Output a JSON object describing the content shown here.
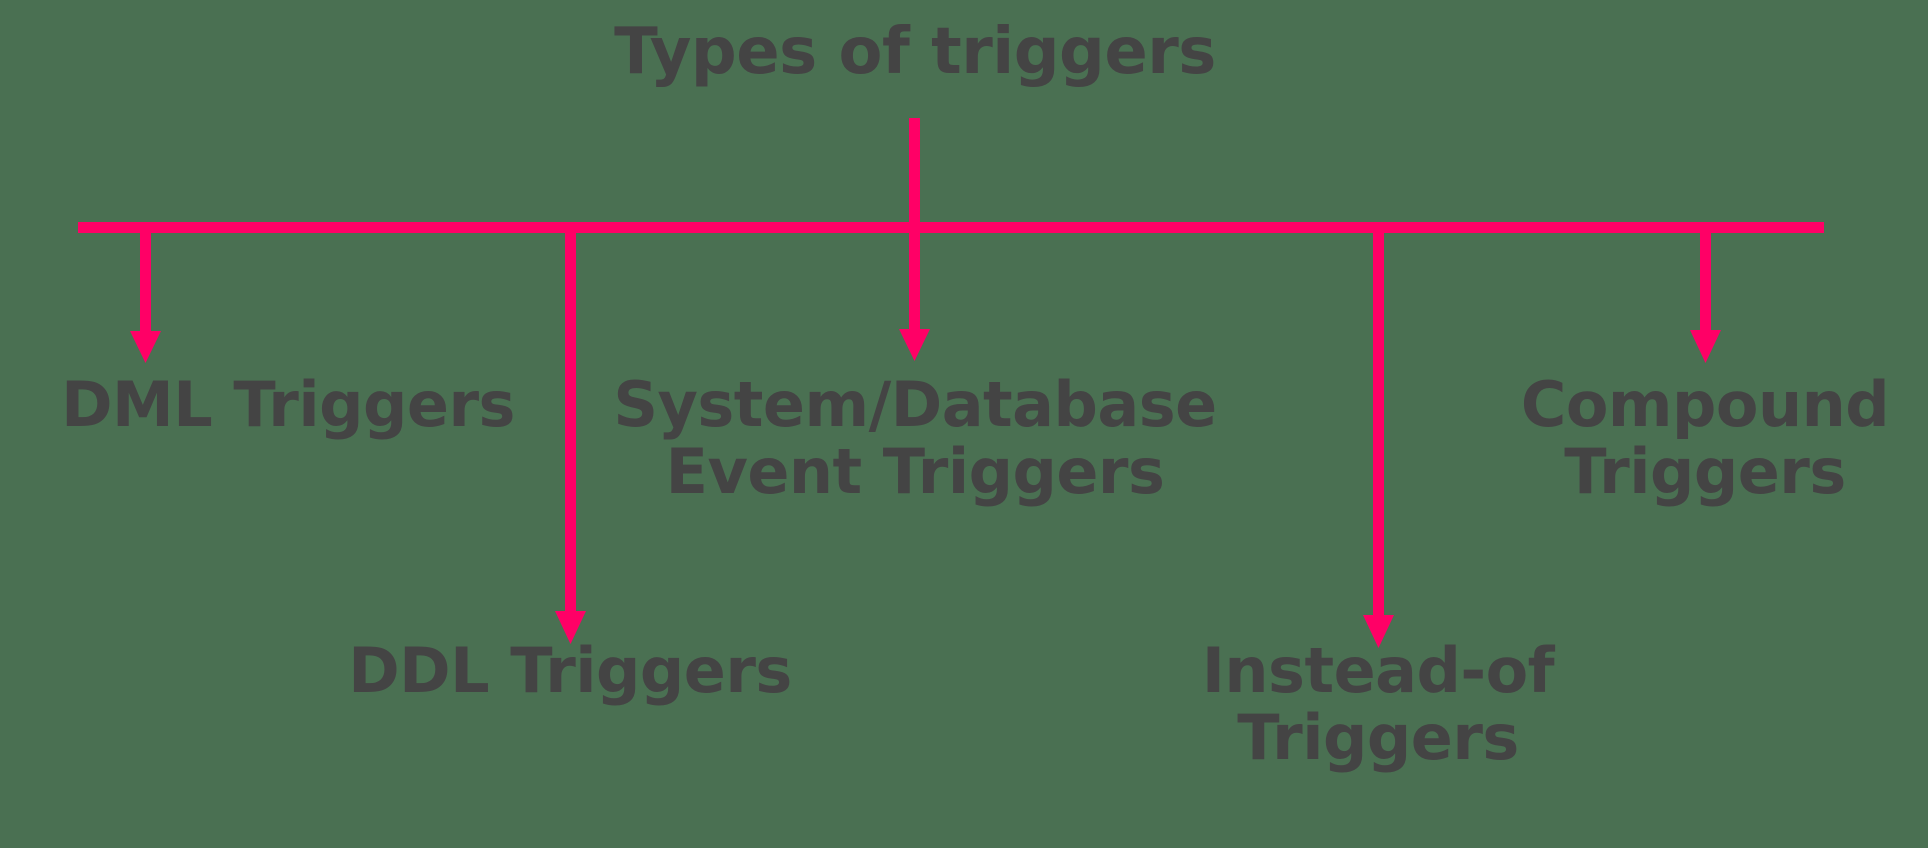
{
  "colors": {
    "background": "#4a7052",
    "connector": "#FF0066",
    "text": "#444444"
  },
  "diagram": {
    "type": "tree",
    "orientation": "horizontal-spine-with-vertical-branches",
    "title": "Types of triggers",
    "nodes": [
      {
        "id": "dml",
        "label": "DML Triggers"
      },
      {
        "id": "ddl",
        "label": "DDL Triggers"
      },
      {
        "id": "sysdb",
        "label": "System/Database\nEvent Triggers"
      },
      {
        "id": "instead",
        "label": "Instead-of\nTriggers"
      },
      {
        "id": "compound",
        "label": "Compound\nTriggers"
      }
    ]
  }
}
